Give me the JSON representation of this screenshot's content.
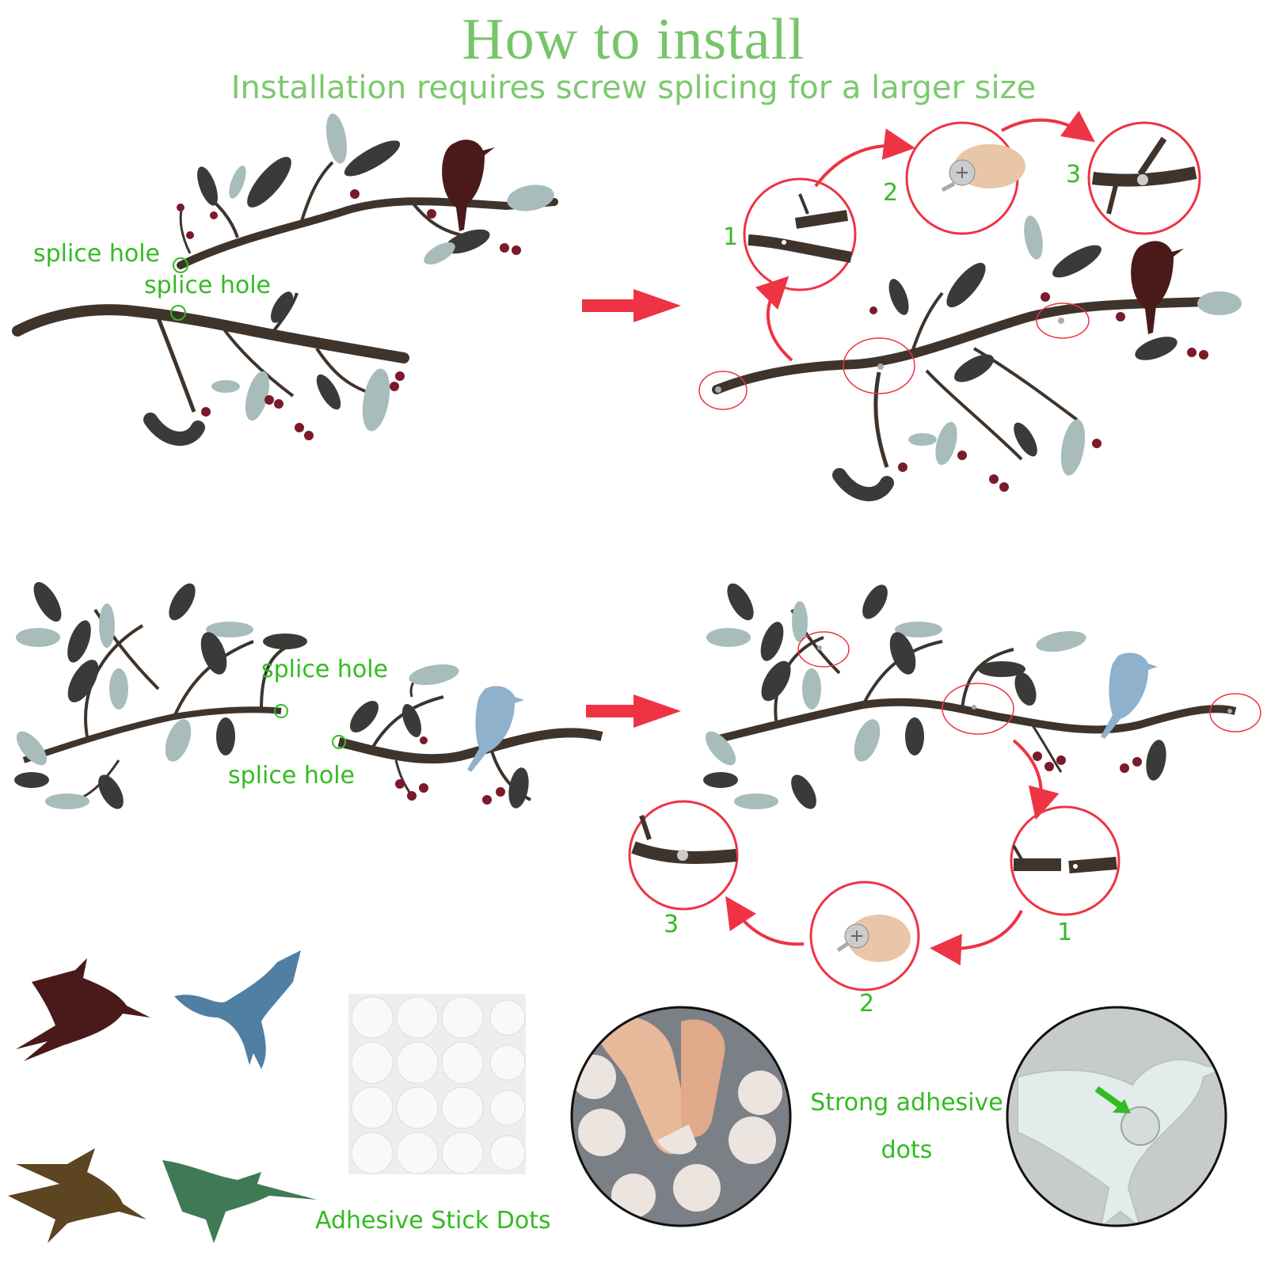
{
  "header": {
    "title": "How to install",
    "subtitle": "Installation requires screw splicing for a larger size"
  },
  "top_panel": {
    "splice_label_1": "splice hole",
    "splice_label_2": "splice hole",
    "steps": [
      "1",
      "2",
      "3"
    ]
  },
  "bottom_panel": {
    "splice_label_1": "splice hole",
    "splice_label_2": "splice hole",
    "steps": [
      "1",
      "2",
      "3"
    ]
  },
  "accessories": {
    "adhesive_caption": "Adhesive Stick Dots",
    "strong_adhesive_line1": "Strong adhesive",
    "strong_adhesive_line2": "dots"
  },
  "colors": {
    "branch": "#3f342c",
    "leaf_dark": "#3a3a38",
    "leaf_light": "#a9bcbc",
    "berry": "#7a1a2a",
    "bird_dark": "#4a1a1a",
    "bird_blue": "#8fb1cc",
    "accent_green": "#33bb22",
    "arrow_red": "#ee3344"
  }
}
